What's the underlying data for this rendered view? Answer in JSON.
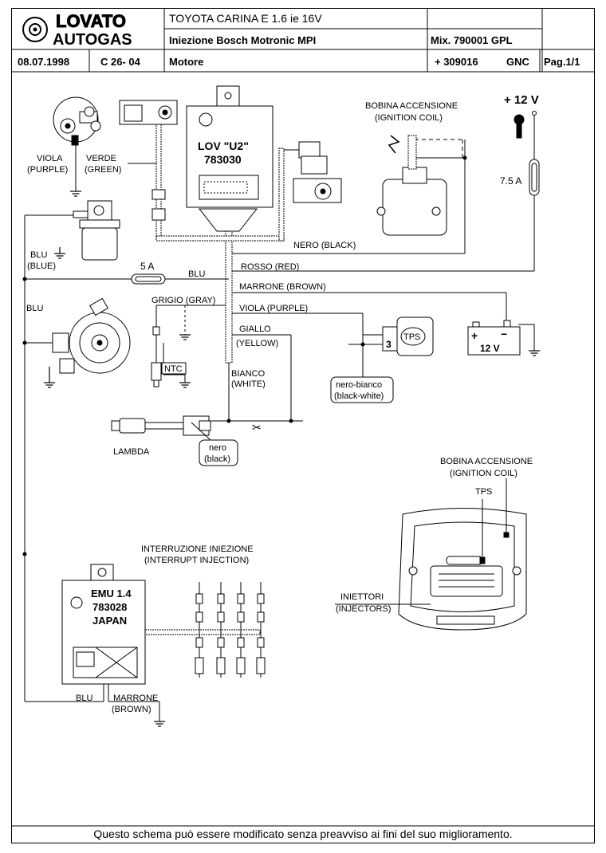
{
  "header": {
    "logo_top": "LOVATO",
    "logo_bottom": "AUTOGAS",
    "vehicle": "TOYOTA  CARINA E   1.6 ie     16V",
    "injection": "Iniezione  Bosch  Motronic       MPI",
    "mix": "Mix. 790001   GPL",
    "date": "08.07.1998",
    "code": "C 26- 04",
    "section": "Motore",
    "part": "+ 309016",
    "gnc": "GNC",
    "page": "Pag.1/1"
  },
  "components": {
    "lov_name": "LOV \"U2\"",
    "lov_code": "783030",
    "emu_name": "EMU 1.4",
    "emu_code": "783028",
    "emu_origin": "JAPAN",
    "coil_it": "BOBINA ACCENSIONE",
    "coil_en": "(IGNITION COIL)",
    "coil2_it": "BOBINA ACCENSIONE",
    "coil2_en": "(IGNITION COIL)",
    "plus12": "+ 12 V",
    "fuse75": "7.5 A",
    "fuse5": "5 A",
    "battery": "12 V",
    "bat_plus": "+",
    "bat_minus": "−",
    "tps": "TPS",
    "tps_pin": "3",
    "tps2": "TPS",
    "ntc": "NTC",
    "lambda": "LAMBDA",
    "interrupt_it": "INTERRUZIONE INIEZIONE",
    "interrupt_en": "(INTERRUPT INJECTION)",
    "injectors_it": "INIETTORI",
    "injectors_en": "(INJECTORS)"
  },
  "wires": {
    "viola": "VIOLA",
    "viola_en": "(PURPLE)",
    "verde": "VERDE",
    "verde_en": "(GREEN)",
    "blu": "BLU",
    "blu_en": "(BLUE)",
    "blu2": "BLU",
    "blu3": "BLU",
    "blu4": "BLU",
    "nero": "NERO (BLACK)",
    "rosso": "ROSSO (RED)",
    "marrone": "MARRONE (BROWN)",
    "grigio": "GRIGIO (GRAY)",
    "viola2": "VIOLA (PURPLE)",
    "giallo": "GIALLO",
    "giallo_en": "(YELLOW)",
    "bianco": "BIANCO",
    "bianco_en": "(WHITE)",
    "nero_bianco": "nero-bianco",
    "nero_bianco_en": "(black-white)",
    "nero_small": "nero",
    "nero_small_en": "(black)",
    "marrone2": "MARRONE",
    "marrone2_en": "(BROWN)"
  },
  "footer": "Questo schema può essere modificato senza preavviso ai fini del suo miglioramento."
}
